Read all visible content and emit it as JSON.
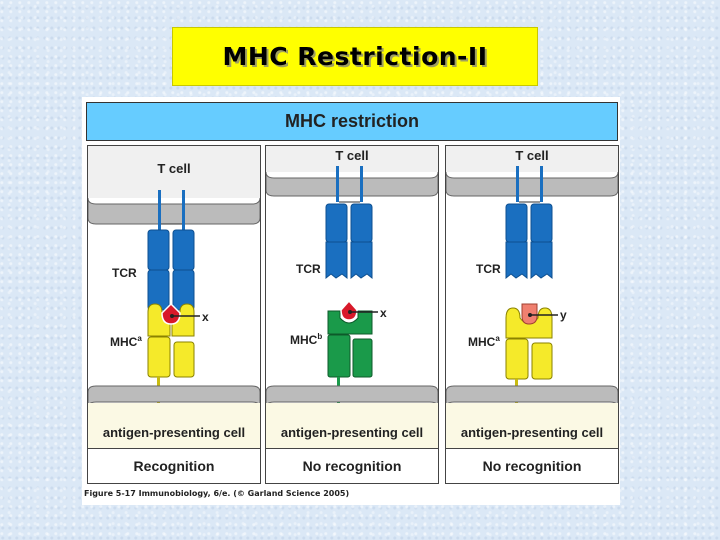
{
  "slide": {
    "title": "MHC Restriction-II",
    "title_bg": "#ffff00",
    "background": "#dbe8f6"
  },
  "figure": {
    "header": "MHC restriction",
    "header_bg": "#66ccff",
    "caption": "Figure 5-17  Immunobiology, 6/e. (© Garland Science 2005)",
    "colors": {
      "tcr": "#1a6fc0",
      "mhc_a": "#f5ea2a",
      "mhc_b": "#1a9a4a",
      "peptide_x": "#d8192a",
      "peptide_y": "#f08070",
      "membrane": "#bbbbbb",
      "t_cell": "#f0f0f0",
      "apc": "#fbf9e4"
    },
    "panels": [
      {
        "t_cell_label": "T cell",
        "tcr_label": "TCR",
        "mhc_label": "MHC",
        "mhc_superscript": "a",
        "peptide_label": "x",
        "apc_label": "antigen-presenting cell",
        "result": "Recognition"
      },
      {
        "t_cell_label": "T cell",
        "tcr_label": "TCR",
        "mhc_label": "MHC",
        "mhc_superscript": "b",
        "peptide_label": "x",
        "apc_label": "antigen-presenting cell",
        "result": "No recognition"
      },
      {
        "t_cell_label": "T cell",
        "tcr_label": "TCR",
        "mhc_label": "MHC",
        "mhc_superscript": "a",
        "peptide_label": "y",
        "apc_label": "antigen-presenting cell",
        "result": "No recognition"
      }
    ]
  }
}
